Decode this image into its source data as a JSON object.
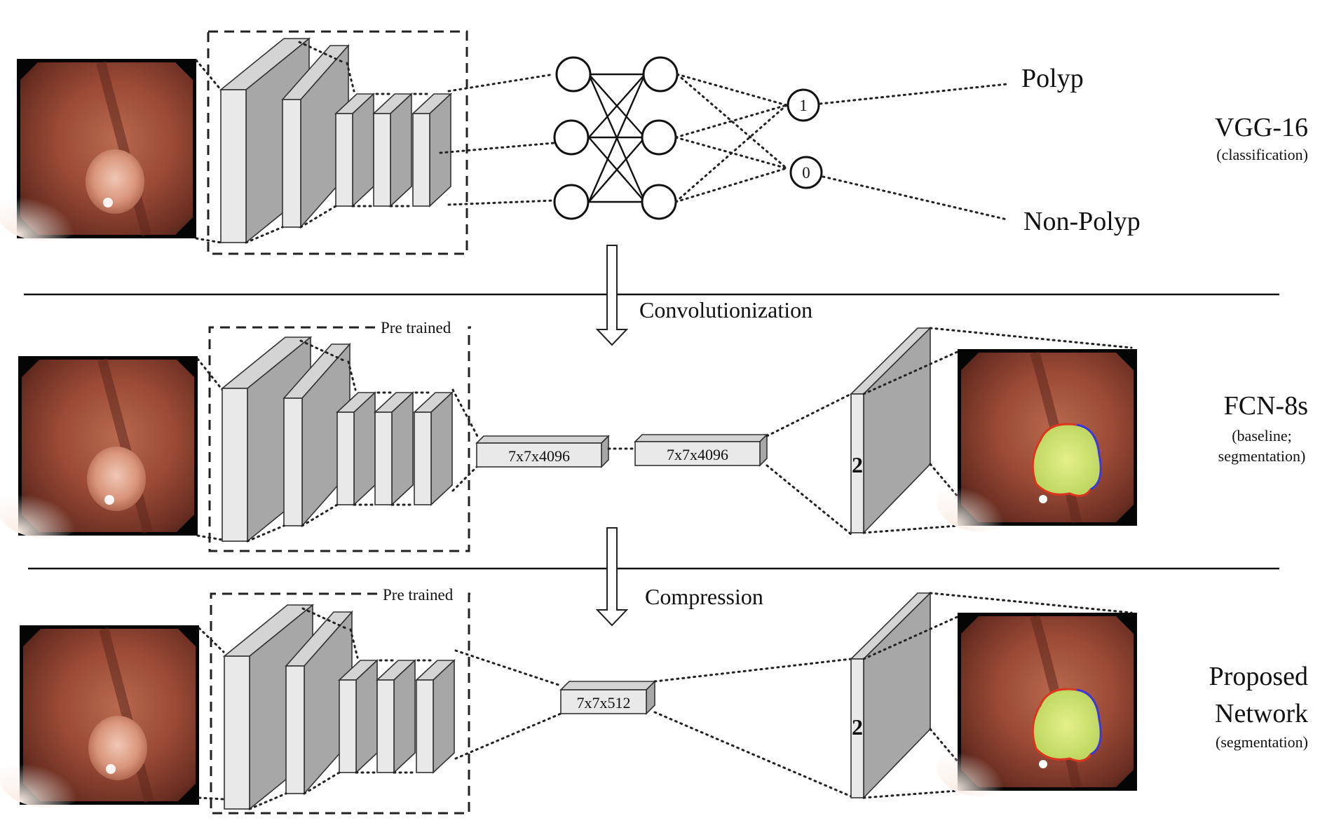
{
  "rows": {
    "vgg": {
      "title": "VGG-16",
      "subtitle": "(classification)",
      "output_positive": "Polyp",
      "output_negative": "Non-Polyp",
      "node_one": "1",
      "node_zero": "0"
    },
    "fcn": {
      "title": "FCN-8s",
      "subtitle_line1": "(baseline;",
      "subtitle_line2": "segmentation)",
      "pretrained_label": "Pre trained",
      "tensor_a": "7x7x4096",
      "tensor_b": "7x7x4096",
      "output_channels": "2"
    },
    "proposed": {
      "title_line1": "Proposed",
      "title_line2": "Network",
      "subtitle": "(segmentation)",
      "pretrained_label": "Pre trained",
      "tensor": "7x7x512",
      "output_channels": "2"
    }
  },
  "transitions": {
    "first": "Convolutionization",
    "second": "Compression"
  },
  "colors": {
    "block_face": "#e9e9e9",
    "block_side": "#a7a7a7",
    "polyp_overlay": "#c8e06a",
    "tissue": "#9a4a35"
  }
}
